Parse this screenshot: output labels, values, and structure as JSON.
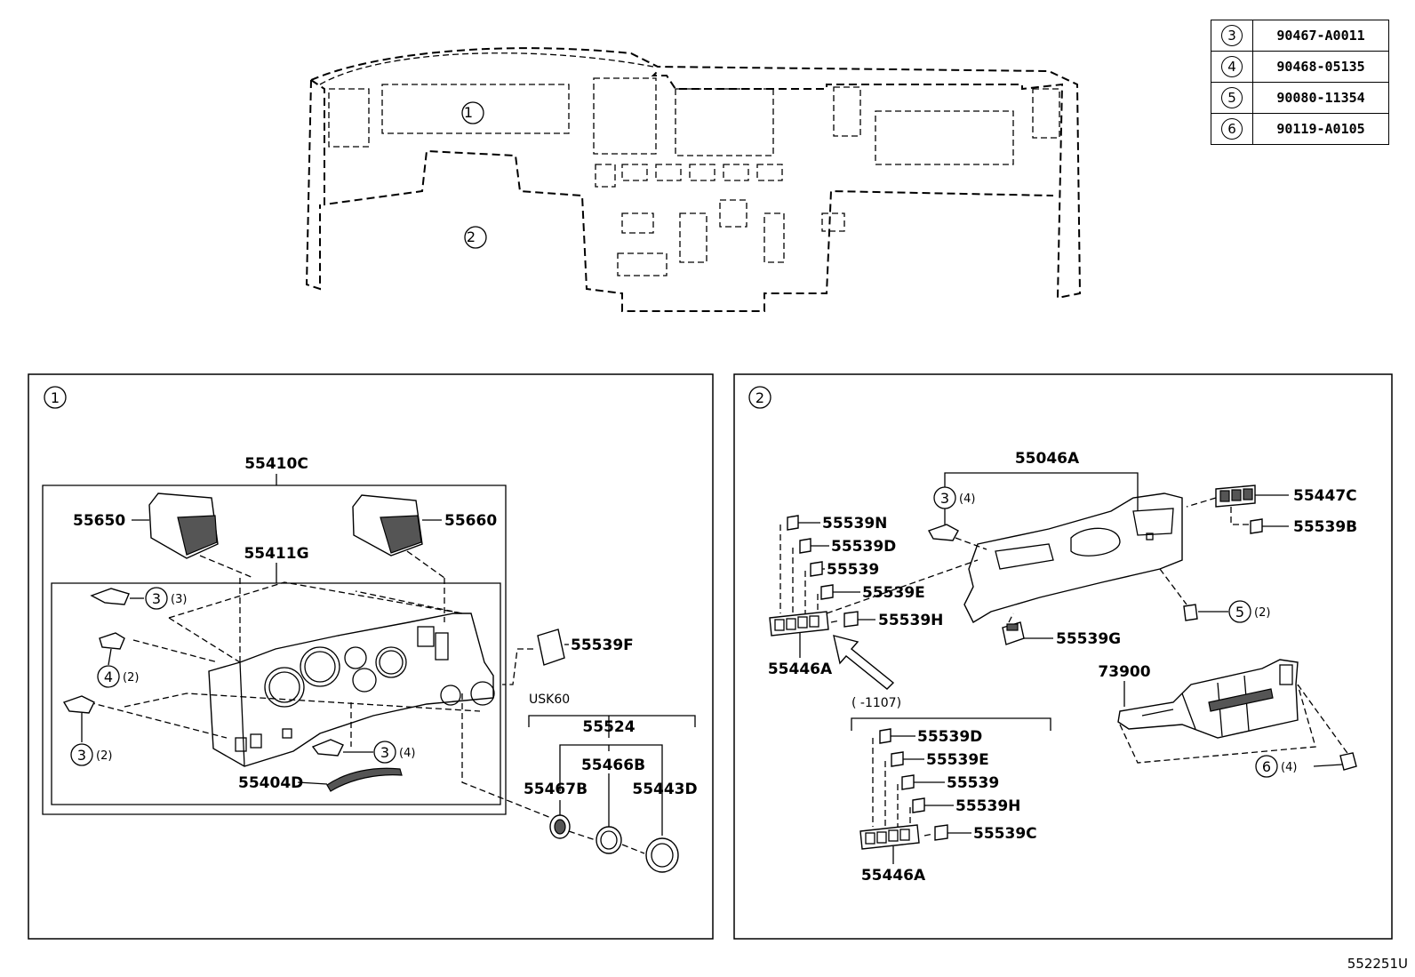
{
  "reference_table": [
    {
      "ref": "3",
      "part": "90467-A0011"
    },
    {
      "ref": "4",
      "part": "90468-05135"
    },
    {
      "ref": "5",
      "part": "90080-11354"
    },
    {
      "ref": "6",
      "part": "90119-A0105"
    }
  ],
  "overview": {
    "area1": "1",
    "area2": "2"
  },
  "panel1": {
    "label": "1",
    "parts": {
      "p55410C": "55410C",
      "p55650": "55650",
      "p55660": "55660",
      "p55411G": "55411G",
      "p55539F": "55539F",
      "p55404D": "55404D",
      "usk60": "USK60",
      "p55524": "55524",
      "p55466B": "55466B",
      "p55467B": "55467B",
      "p55443D": "55443D"
    },
    "callouts": [
      {
        "ref": "3",
        "qty": "(3)"
      },
      {
        "ref": "4",
        "qty": "(2)"
      },
      {
        "ref": "3",
        "qty": "(2)"
      },
      {
        "ref": "3",
        "qty": "(4)"
      }
    ]
  },
  "panel2": {
    "label": "2",
    "parts": {
      "p55046A": "55046A",
      "p55447C": "55447C",
      "p55539B": "55539B",
      "p55539N": "55539N",
      "p55539D": "55539D",
      "p55539": "55539",
      "p55539E": "55539E",
      "p55539H": "55539H",
      "p55446A": "55446A",
      "p55539G": "55539G",
      "p73900": "73900",
      "range": "(    -1107)",
      "p55539D_b": "55539D",
      "p55539E_b": "55539E",
      "p55539_b": "55539",
      "p55539H_b": "55539H",
      "p55539C": "55539C",
      "p55446A_b": "55446A"
    },
    "callouts": [
      {
        "ref": "3",
        "qty": "(4)"
      },
      {
        "ref": "5",
        "qty": "(2)"
      },
      {
        "ref": "6",
        "qty": "(4)"
      }
    ]
  },
  "diagram_code": "552251U"
}
